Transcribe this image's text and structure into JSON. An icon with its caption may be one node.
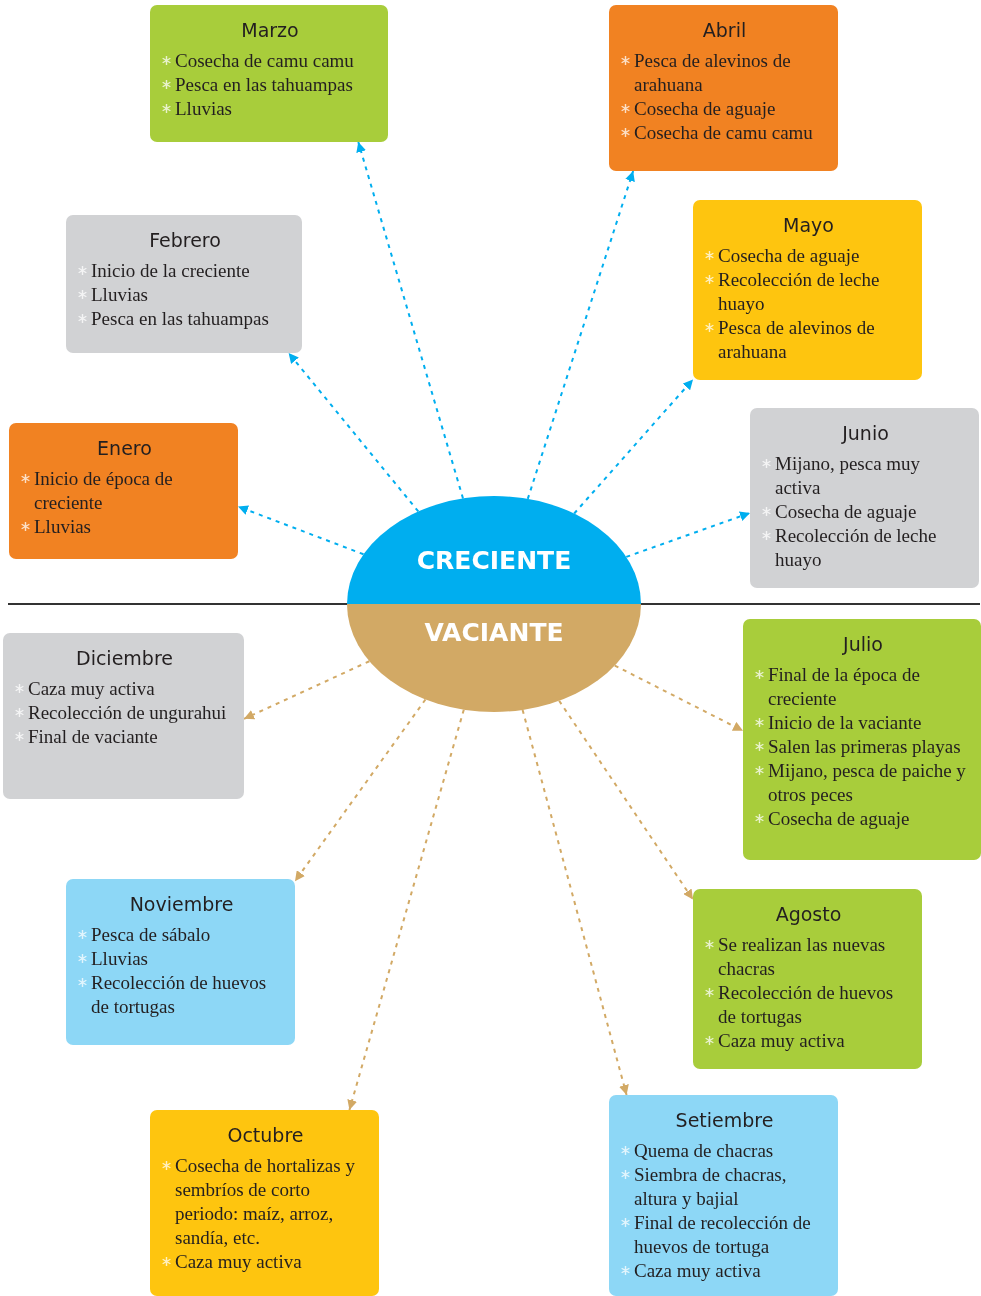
{
  "diagram": {
    "nodes": [
      {
        "text": [
          "Marzo",
          "Cosecha de camu camu",
          "Pesca en las tahuampas",
          "Lluvias"
        ]
      },
      {
        "text": [
          "Abril",
          "Pesca de alevinos de arahuana",
          "Cosecha de aguaje",
          "Cosecha de camu camu"
        ]
      },
      {
        "text": [
          "Febrero",
          "Inicio de la creciente",
          "Lluvias",
          "Pesca en las tahuampas"
        ]
      },
      {
        "text": [
          "Mayo",
          "Cosecha de aguaje",
          "Recolección de leche huayo",
          "Pesca de alevinos de arahuana"
        ]
      },
      {
        "text": [
          "Enero",
          "Inicio de época de creciente",
          "Lluvias"
        ]
      },
      {
        "text": [
          "Junio",
          "Mijano, pesca muy activa",
          "Cosecha de aguaje",
          "Recolección de leche huayo"
        ]
      },
      {
        "text": [
          "CRECIENTE"
        ]
      },
      {
        "text": [
          "VACIANTE"
        ]
      },
      {
        "text": [
          "Diciembre",
          "Caza muy activa",
          "Recolección de ungurahui",
          "Final de vaciante"
        ]
      },
      {
        "text": [
          "Julio",
          "Final de la época de creciente",
          "Inicio de la vaciante",
          "Salen las primeras playas",
          "Mijano, pesca de paiche y otros peces",
          "Cosecha de aguaje"
        ]
      },
      {
        "text": [
          "Noviembre",
          "Pesca de sábalo",
          "Lluvias",
          "Recolección de huevos de tortugas"
        ]
      },
      {
        "text": [
          "Agosto",
          "Se realizan las nuevas chacras",
          "Recolección de huevos de tortugas",
          "Caza muy activa"
        ]
      },
      {
        "text": [
          "Octubre",
          "Cosecha de hortalizas y sembríos de corto periodo: maíz, arroz, sandía, etc.",
          "Caza muy activa"
        ]
      },
      {
        "text": [
          "Setiembre",
          "Quema de chacras",
          "Siembra de chacras, altura y bajial",
          "Final de recolección de huevos de tortuga",
          "Caza muy activa"
        ]
      }
    ],
    "edges": [
      {
        "from": 6,
        "to": 0,
        "arrow": "to",
        "style": "dashed",
        "color": "#00aeef"
      },
      {
        "from": 6,
        "to": 1,
        "arrow": "to",
        "style": "dashed",
        "color": "#00aeef"
      },
      {
        "from": 6,
        "to": 2,
        "arrow": "to",
        "style": "dashed",
        "color": "#00aeef"
      },
      {
        "from": 6,
        "to": 3,
        "arrow": "to",
        "style": "dashed",
        "color": "#00aeef"
      },
      {
        "from": 6,
        "to": 4,
        "arrow": "to",
        "style": "dashed",
        "color": "#00aeef"
      },
      {
        "from": 6,
        "to": 5,
        "arrow": "to",
        "style": "dashed",
        "color": "#00aeef"
      },
      {
        "from": 7,
        "to": 8,
        "arrow": "to",
        "style": "dashed",
        "color": "#d2a965"
      },
      {
        "from": 7,
        "to": 9,
        "arrow": "to",
        "style": "dashed",
        "color": "#d2a965"
      },
      {
        "from": 7,
        "to": 10,
        "arrow": "to",
        "style": "dashed",
        "color": "#d2a965"
      },
      {
        "from": 7,
        "to": 11,
        "arrow": "to",
        "style": "dashed",
        "color": "#d2a965"
      },
      {
        "from": 7,
        "to": 12,
        "arrow": "to",
        "style": "dashed",
        "color": "#d2a965"
      },
      {
        "from": 7,
        "to": 13,
        "arrow": "to",
        "style": "dashed",
        "color": "#d2a965"
      }
    ]
  }
}
